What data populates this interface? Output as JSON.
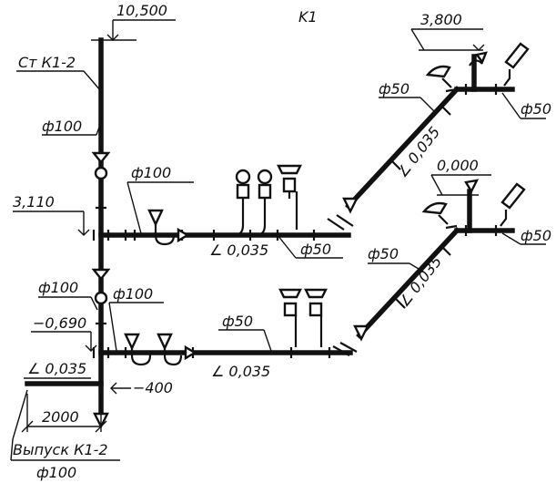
{
  "diagram": {
    "title": "K1",
    "riser_label": "Ст К1-2",
    "outlet_label": "Выпуск К1-2",
    "outlet_length": "2000",
    "offset_400": "−400",
    "levels": {
      "top": "10,500",
      "floor2": "3,110",
      "basement": "−0,690",
      "vent_right": "3,800",
      "zero_right": "0,000"
    },
    "diameters": {
      "riser_upper": "ф100",
      "floor2_branch": "ф100",
      "riser_lower": "ф100",
      "floor1_branch": "ф100",
      "outlet": "ф100",
      "floor2_pipe": "ф50",
      "floor2_diag": "ф50",
      "floor2_right": "ф50",
      "floor1_pipe": "ф50",
      "floor1_diag": "ф50",
      "floor1_right": "ф50"
    },
    "slopes": {
      "floor2_main": "∠ 0,035",
      "floor2_diag": "∠ 0,035",
      "floor1_main": "∠ 0,035",
      "floor1_diag": "∠ 0,035",
      "outlet": "∠ 0,035"
    }
  }
}
